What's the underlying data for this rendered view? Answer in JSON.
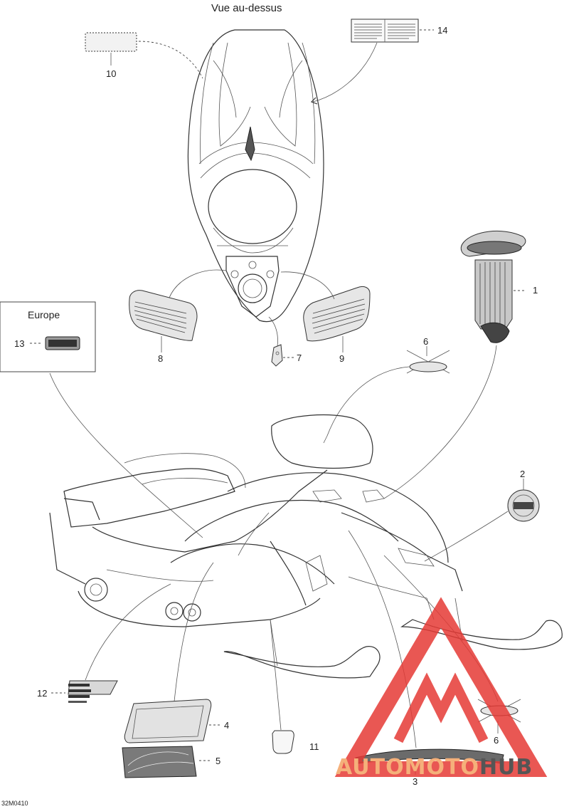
{
  "view_title": "Vue au-dessus",
  "europe_label": "Europe",
  "drawing_code": "32M0410",
  "watermark": {
    "auto": "AUTO",
    "moto": "MOTO",
    "hub": "HUB",
    "accent": "#e53935"
  },
  "callouts": [
    "1",
    "2",
    "3",
    "4",
    "5",
    "6",
    "6",
    "7",
    "8",
    "9",
    "10",
    "11",
    "12",
    "13",
    "14"
  ]
}
